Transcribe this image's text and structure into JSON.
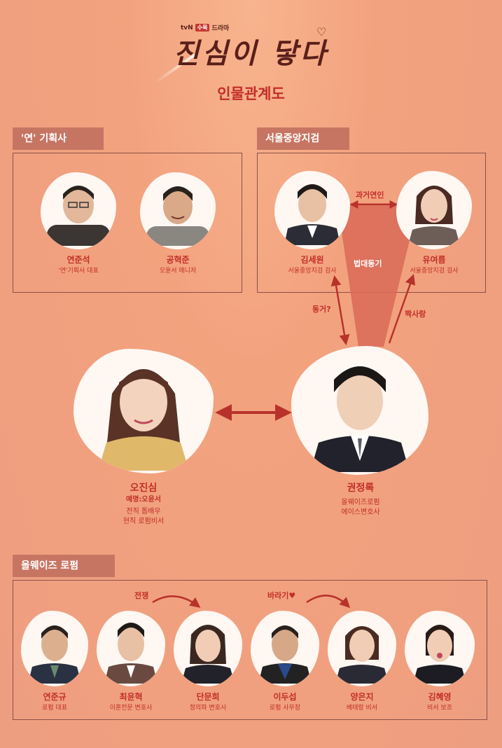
{
  "header": {
    "logo_text": "tvN",
    "logo_badge": "수목",
    "logo_suffix": "드라마",
    "title": "진심이 닿다",
    "subtitle": "인물관계도"
  },
  "sections": {
    "agency": {
      "label": "'연' 기획사"
    },
    "prosecutor": {
      "label": "서울중앙지검"
    },
    "lawfirm": {
      "label": "올웨이즈 로펌"
    }
  },
  "characters": {
    "yeon_junseok": {
      "name": "연준석",
      "role": "'연'기획사 대표"
    },
    "gong_hyukjun": {
      "name": "공혁준",
      "role": "오윤서 매니저"
    },
    "kim_sewon": {
      "name": "김세원",
      "role": "서울중앙지검 검사"
    },
    "yu_yeoreum": {
      "name": "유여름",
      "role": "서울중앙지검 검사"
    },
    "oh_jinsim": {
      "name": "오진심",
      "alias": "예명:오윤서",
      "role1": "전직 톱배우",
      "role2": "현직 로펌비서"
    },
    "kwon_jeongrok": {
      "name": "권정록",
      "role1": "올웨이즈로펌",
      "role2": "에이스변호사"
    },
    "yeon_jungyu": {
      "name": "연준규",
      "role": "로펌 대표"
    },
    "choi_yunhyuk": {
      "name": "최윤혁",
      "role": "이혼전문 변호사"
    },
    "dan_munhee": {
      "name": "단문희",
      "role": "정의파 변호사"
    },
    "lee_dusub": {
      "name": "이두섭",
      "role": "로펌 사무장"
    },
    "yang_eunji": {
      "name": "양은지",
      "role": "베테랑 비서"
    },
    "kim_hyeyoung": {
      "name": "김혜영",
      "role": "비서 보조"
    }
  },
  "relations": {
    "past_lovers": "과거연인",
    "law_classmates": "법대동기",
    "dongger": "동거?",
    "crush": "짝사랑",
    "war": "전쟁",
    "cheer": "바라기♥"
  },
  "colors": {
    "accent": "#c22e29",
    "tab": "#c77563",
    "background": "#f0a07f"
  }
}
